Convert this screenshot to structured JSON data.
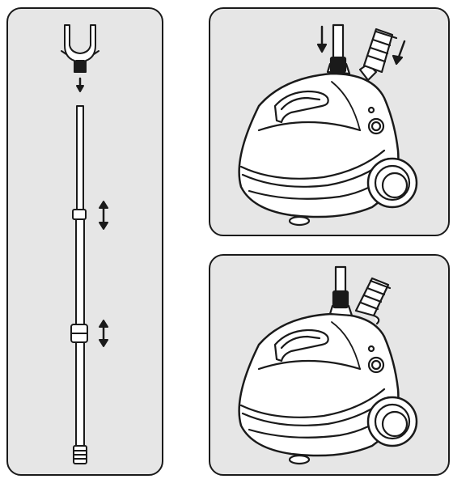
{
  "figure": {
    "panels": [
      {
        "id": "pole-assembly",
        "icons": [
          "hanger-hook-icon",
          "arrow-down-icon",
          "telescopic-pole-icon",
          "double-arrow-vertical-icon",
          "double-arrow-vertical-icon"
        ]
      },
      {
        "id": "attach-pole-and-hose",
        "icons": [
          "garment-steamer-icon",
          "pole-icon",
          "hose-icon",
          "arrow-down-icon"
        ]
      },
      {
        "id": "assembled",
        "icons": [
          "garment-steamer-icon",
          "pole-icon",
          "hose-icon"
        ]
      }
    ],
    "colors": {
      "panel_fill": "#e6e6e6",
      "outline": "#1a1a1a",
      "body_fill": "#ffffff"
    }
  }
}
